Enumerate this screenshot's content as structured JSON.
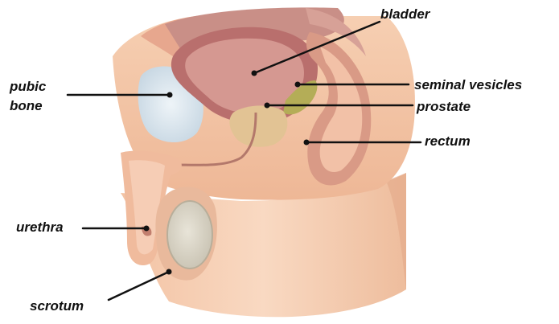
{
  "labels": {
    "bladder": "bladder",
    "pubic": "pubic",
    "bone": "bone",
    "seminal_vesicles": "seminal vesicles",
    "prostate": "prostate",
    "rectum": "rectum",
    "urethra": "urethra",
    "scrotum": "scrotum"
  },
  "colors": {
    "skin": "#f5c9a8",
    "skin_light": "#fbe2cf",
    "skin_dark": "#e0a98c",
    "bladder": "#c07d7a",
    "bladder_inner": "#d99a93",
    "bone": "#dde8f0",
    "prostate": "#e3c395",
    "seminal": "#b9b35a",
    "rectum": "#d9a08a",
    "scrotum": "#d7d2c5",
    "leader_line": "#111111"
  }
}
